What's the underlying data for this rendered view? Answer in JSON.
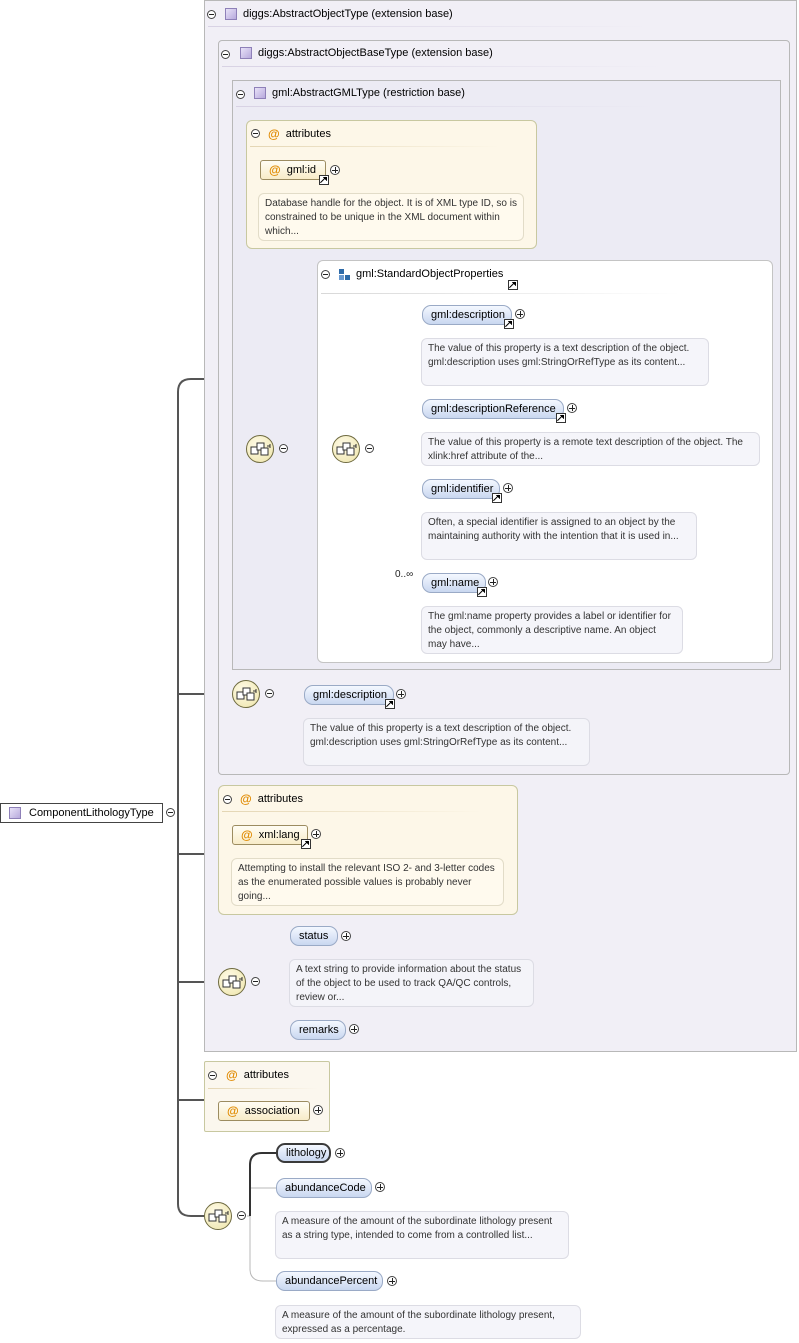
{
  "diagram": {
    "root": {
      "label": "ComponentLithologyType"
    },
    "extension_base": "diggs:AbstractObjectType (extension base)",
    "object_base": "diggs:AbstractObjectBaseType (extension base)",
    "gml_type": "gml:AbstractGMLType (restriction base)",
    "attributes_label": "attributes",
    "gml_id": {
      "name": "gml:id",
      "doc": "Database handle for the object. It is of XML type ID, so is constrained to be unique in the XML document within which..."
    },
    "standard_props": {
      "title": "gml:StandardObjectProperties",
      "multiplicity": "0..∞",
      "items": [
        {
          "name": "gml:description",
          "doc": "The value of this property is a text description of the object. gml:description uses gml:StringOrRefType as its content..."
        },
        {
          "name": "gml:descriptionReference",
          "doc": "The value of this property is a remote text description of the object. The xlink:href attribute of the..."
        },
        {
          "name": "gml:identifier",
          "doc": "Often, a special identifier is assigned to an object by the maintaining authority with the intention that it is used in..."
        },
        {
          "name": "gml:name",
          "doc": "The gml:name property provides a label or identifier for the object, commonly a descriptive name. An object may have..."
        }
      ]
    },
    "object_base_description": {
      "name": "gml:description",
      "doc": "The value of this property is a text description of the object. gml:description uses gml:StringOrRefType as its content..."
    },
    "xml_lang": {
      "name": "xml:lang",
      "doc": "Attempting to install the relevant ISO 2- and 3-letter codes as the enumerated possible values is probably never going..."
    },
    "status": {
      "name": "status",
      "doc": "A text string to provide information about the status of the object to be used to track QA/QC controls, review or..."
    },
    "remarks": {
      "name": "remarks"
    },
    "association": {
      "name": "association"
    },
    "lithology": {
      "name": "lithology"
    },
    "abundance_code": {
      "name": "abundanceCode",
      "doc": "A measure of the amount of the subordinate lithology present as a string type, intended to come from a controlled list..."
    },
    "abundance_percent": {
      "name": "abundancePercent",
      "doc": "A measure of the amount of the subordinate lithology present, expressed as a percentage."
    }
  }
}
